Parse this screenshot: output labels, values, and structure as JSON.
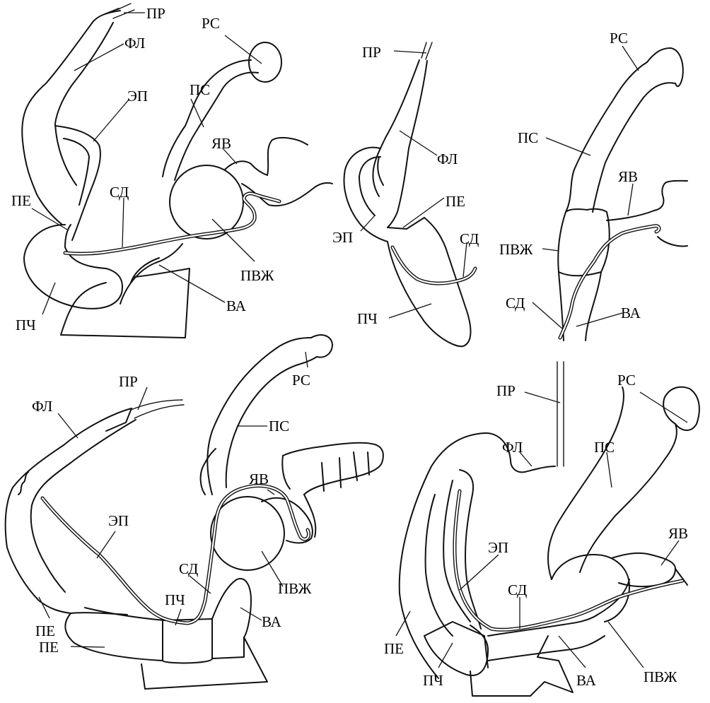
{
  "labels": {
    "pr": "ПР",
    "fl": "ФЛ",
    "ep": "ЭП",
    "rs": "РС",
    "ps": "ПС",
    "yav": "ЯВ",
    "sd": "СД",
    "pe": "ПЕ",
    "pvzh": "ПВЖ",
    "va": "ВА",
    "pch": "ПЧ"
  }
}
